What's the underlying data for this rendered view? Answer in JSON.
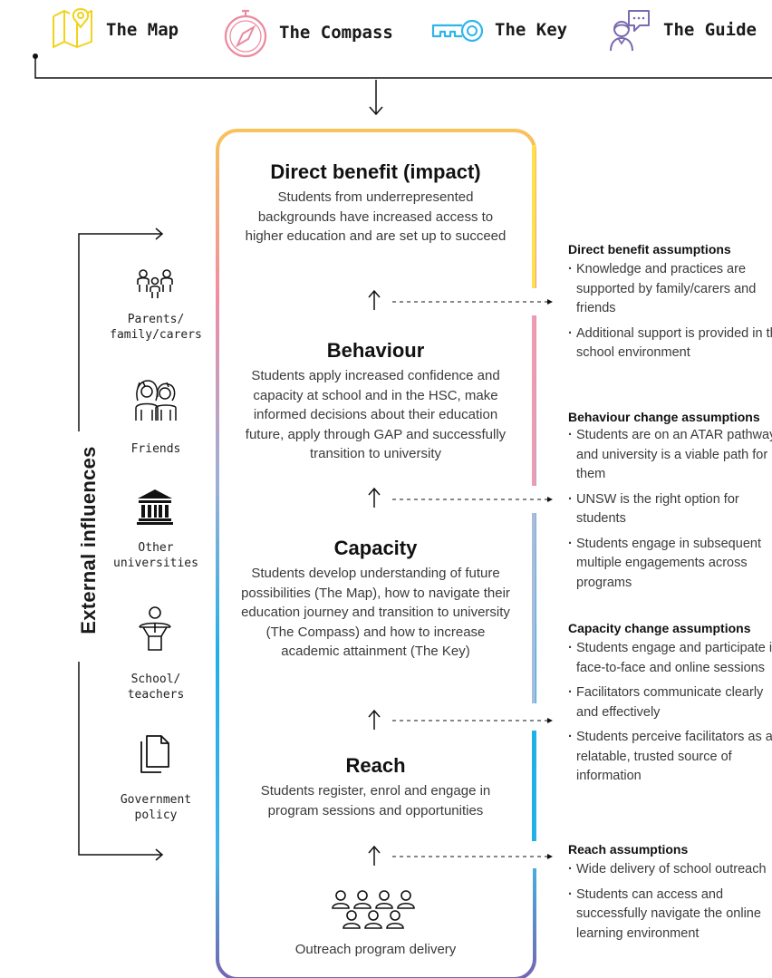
{
  "toolbar": {
    "items": [
      {
        "label": "The Map",
        "icon": "map-icon",
        "color": "#f2d21b"
      },
      {
        "label": "The Compass",
        "icon": "compass-icon",
        "color": "#ec8aa0"
      },
      {
        "label": "The Key",
        "icon": "key-icon",
        "color": "#2fb5e8"
      },
      {
        "label": "The Guide",
        "icon": "guide-icon",
        "color": "#7a6ab0"
      }
    ]
  },
  "stages": {
    "impact": {
      "title": "Direct benefit (impact)",
      "text": "Students from underrepresented backgrounds have increased access to higher education and are set up to succeed"
    },
    "behaviour": {
      "title": "Behaviour",
      "text": "Students apply increased confidence and capacity at school and in the HSC, make informed decisions about their education future, apply through GAP and successfully transition to university"
    },
    "capacity": {
      "title": "Capacity",
      "text": "Students develop understanding of future possibilities (The Map), how to navigate their education journey and transition to university (The Compass) and how to increase academic attainment (The Key)"
    },
    "reach": {
      "title": "Reach",
      "text": "Students register, enrol and engage in program sessions and opportunities"
    },
    "outreach": {
      "label": "Outreach program delivery"
    }
  },
  "influences": {
    "title": "External influences",
    "items": [
      {
        "label": "Parents/\nfamily/carers",
        "icon": "family-icon"
      },
      {
        "label": "Friends",
        "icon": "friends-icon"
      },
      {
        "label": "Other\nuniversities",
        "icon": "university-icon"
      },
      {
        "label": "School/\nteachers",
        "icon": "teacher-icon"
      },
      {
        "label": "Government\npolicy",
        "icon": "document-icon"
      }
    ]
  },
  "assumptions": {
    "impact": {
      "title": "Direct benefit assumptions",
      "items": [
        "Knowledge and practices are supported by family/carers and friends",
        "Additional support is provided in the school environment"
      ]
    },
    "behaviour": {
      "title": "Behaviour change assumptions",
      "items": [
        "Students are on an ATAR pathway and university is a viable path for them",
        "UNSW is the right option for students",
        "Students engage in subsequent multiple engagements across programs"
      ]
    },
    "capacity": {
      "title": "Capacity change assumptions",
      "items": [
        "Students engage and participate in face-to-face and online sessions",
        "Facilitators communicate clearly and effectively",
        "Students perceive facilitators as a relatable, trusted source of information"
      ]
    },
    "reach": {
      "title": "Reach assumptions",
      "items": [
        "Wide delivery of school outreach",
        "Students can access and successfully navigate the online learning environment"
      ]
    }
  }
}
